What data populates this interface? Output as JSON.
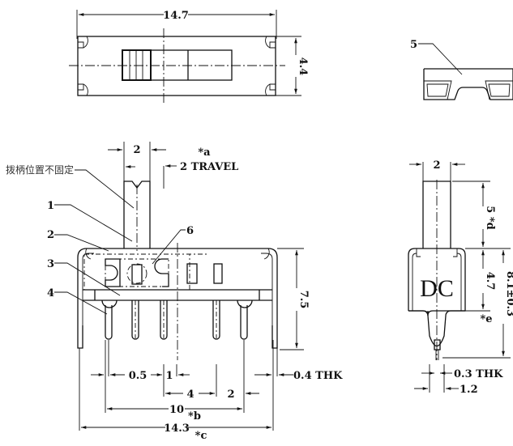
{
  "drawing": {
    "title": "Slide switch dimensional drawing",
    "units": "mm",
    "top_view": {
      "width_dim": "14.7",
      "height_dim": "4.4"
    },
    "detail_view": {
      "callout": "5"
    },
    "side_view": {
      "actuator_width": "2",
      "travel_label": "2 TRAVEL",
      "travel_note": "*a",
      "chinese_note": "拨柄位置不固定",
      "callouts": [
        "1",
        "2",
        "3",
        "4",
        "6"
      ],
      "height_dim": "7.5",
      "pin_thickness": "0.4 THK",
      "pin_width": "0.5",
      "pin_dim_1": "1",
      "pin_pitch_4": "4",
      "pin_pitch_2": "2",
      "span_10": "10",
      "span_10_note": "*b",
      "overall_length": "14.3",
      "overall_note": "*c"
    },
    "end_view": {
      "actuator_width": "2",
      "actuator_height": "5",
      "actuator_height_note": "*d",
      "body_height": "4.7",
      "body_height_note": "*e",
      "overall_height": "8.1±0.3",
      "marking": "DC",
      "pin_thickness": "0.3 THK",
      "pin_width": "1.2"
    }
  }
}
